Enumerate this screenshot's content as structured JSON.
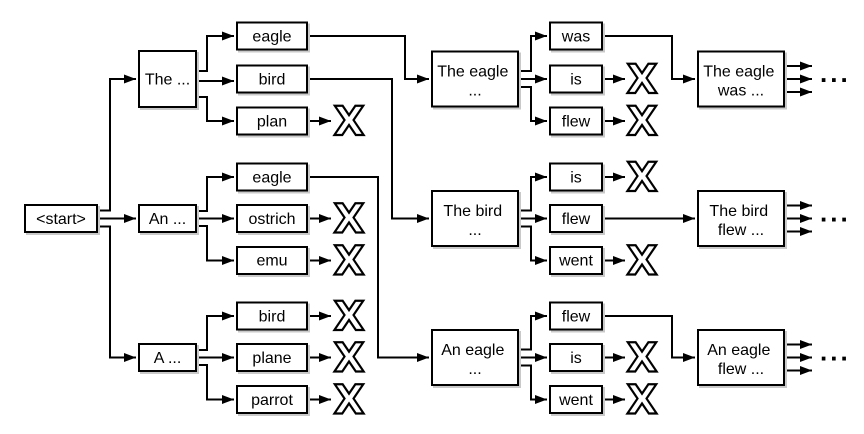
{
  "symbols": {
    "pruned": "X",
    "ellipsis": "..."
  },
  "nodes": {
    "start": {
      "label": "<start>"
    },
    "the": {
      "label": "The ..."
    },
    "an": {
      "label": "An ..."
    },
    "a": {
      "label": "A ..."
    },
    "the_eagle_word": {
      "label": "eagle"
    },
    "the_bird_word": {
      "label": "bird"
    },
    "the_plan_word": {
      "label": "plan"
    },
    "an_eagle_word": {
      "label": "eagle"
    },
    "an_ostrich_word": {
      "label": "ostrich"
    },
    "an_emu_word": {
      "label": "emu"
    },
    "a_bird_word": {
      "label": "bird"
    },
    "a_plane_word": {
      "label": "plane"
    },
    "a_parrot_word": {
      "label": "parrot"
    },
    "the_eagle": {
      "line1": "The eagle",
      "line2": "..."
    },
    "the_bird": {
      "line1": "The bird",
      "line2": "..."
    },
    "an_eagle": {
      "line1": "An eagle",
      "line2": "..."
    },
    "was_word": {
      "label": "was"
    },
    "is_word_1": {
      "label": "is"
    },
    "flew_word_1": {
      "label": "flew"
    },
    "is_word_2": {
      "label": "is"
    },
    "flew_word_2": {
      "label": "flew"
    },
    "went_word_1": {
      "label": "went"
    },
    "flew_word_3": {
      "label": "flew"
    },
    "is_word_3": {
      "label": "is"
    },
    "went_word_2": {
      "label": "went"
    },
    "the_eagle_was": {
      "line1": "The eagle",
      "line2": "was ..."
    },
    "the_bird_flew": {
      "line1": "The bird",
      "line2": "flew ..."
    },
    "an_eagle_flew": {
      "line1": "An eagle",
      "line2": "flew ..."
    }
  }
}
